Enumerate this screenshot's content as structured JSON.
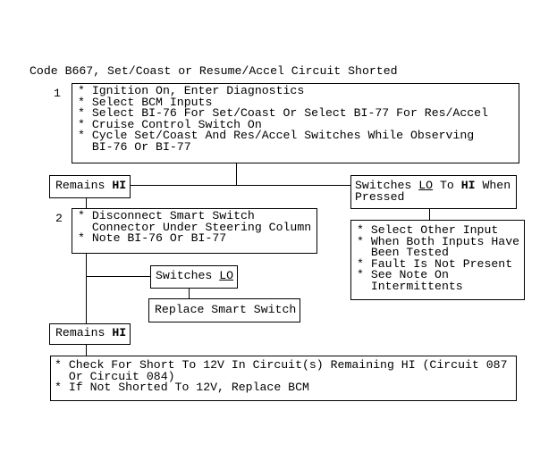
{
  "title": "Code B667, Set/Coast or Resume/Accel Circuit Shorted",
  "step1": {
    "number": "1",
    "lines": [
      "* Ignition On, Enter Diagnostics",
      "* Select BCM Inputs",
      "* Select BI-76 For Set/Coast Or Select BI-77 For Res/Accel",
      "* Cruise Control Switch On",
      "* Cycle Set/Coast And Res/Accel Switches While Observing",
      "  BI-76 Or BI-77"
    ]
  },
  "remains_hi_1": {
    "prefix": "Remains ",
    "bold": "HI"
  },
  "switches_lo_to_hi": {
    "p1": "Switches ",
    "u1": "LO",
    "p2": " To ",
    "b1": "HI",
    "p3": " When",
    "line2": "Pressed"
  },
  "step2": {
    "number": "2",
    "lines": [
      "* Disconnect Smart Switch",
      "  Connector Under Steering Column",
      "* Note BI-76 Or BI-77"
    ]
  },
  "other_input": {
    "lines": [
      "* Select Other Input",
      "* When Both Inputs Have",
      "  Been Tested",
      "* Fault Is Not Present",
      "* See Note On",
      "  Intermittents"
    ]
  },
  "switches_lo": {
    "prefix": "Switches ",
    "underline": "LO"
  },
  "replace_smart_switch": "Replace Smart Switch",
  "remains_hi_2": {
    "prefix": "Remains ",
    "bold": "HI"
  },
  "final": {
    "lines": [
      "* Check For Short To 12V In Circuit(s) Remaining HI (Circuit 087",
      "  Or Circuit 084)",
      "* If Not Shorted To 12V, Replace BCM"
    ]
  }
}
